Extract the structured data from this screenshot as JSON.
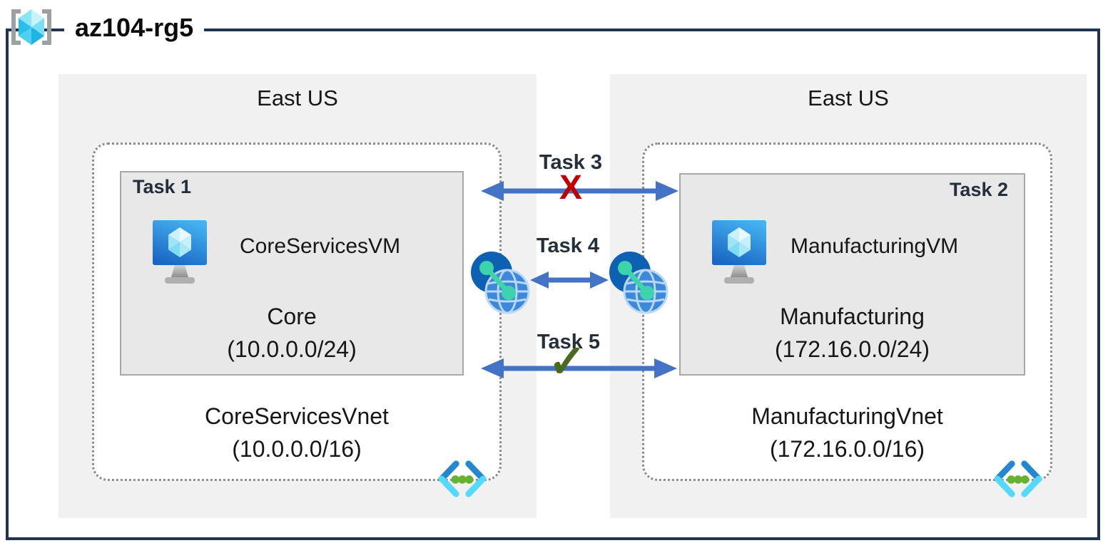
{
  "header": {
    "title": "az104-rg5"
  },
  "regions": [
    {
      "name": "East US",
      "task_label": "Task 1",
      "vm_name": "CoreServicesVM",
      "subnet_name": "Core",
      "subnet_cidr": "(10.0.0.0/24)",
      "vnet_name": "CoreServicesVnet",
      "vnet_cidr": "(10.0.0.0/16)"
    },
    {
      "name": "East US",
      "task_label": "Task 2",
      "vm_name": "ManufacturingVM",
      "subnet_name": "Manufacturing",
      "subnet_cidr": "(172.16.0.0/24)",
      "vnet_name": "ManufacturingVnet",
      "vnet_cidr": "(172.16.0.0/16)"
    }
  ],
  "connections": [
    {
      "label": "Task 3",
      "status": "blocked",
      "status_glyph": "X"
    },
    {
      "label": "Task 4",
      "status": "peering",
      "status_glyph": ""
    },
    {
      "label": "Task 5",
      "status": "allowed",
      "status_glyph": "✓"
    }
  ],
  "icons": {
    "resource_group_icon": "gray-brackets-with-cyan-cube",
    "vm_icon": "monitor-with-cube",
    "vnet_icon": "angle-brackets-with-green-dots",
    "peering_icon": "linked-globes",
    "blocked_icon": "X",
    "allowed_icon": "✓"
  },
  "colors": {
    "frame_border": "#1e3450",
    "region_fill": "#f1f1f2",
    "subnet_fill": "#e8e8e9",
    "subnet_border": "#a8a8a8",
    "dotted_border": "#8c8c8c",
    "arrow_blue": "#4472c4",
    "blocked_red": "#c00000",
    "allowed_green": "#4a6b1e",
    "task_text": "#242f3a",
    "azure_blue": "#1a67c9",
    "cyan": "#55d9fb",
    "green_dot": "#66b22e",
    "teal": "#3ed4ab",
    "peer_dark_blue": "#0d60b2",
    "peer_globe_blue": "#3e88d9"
  }
}
